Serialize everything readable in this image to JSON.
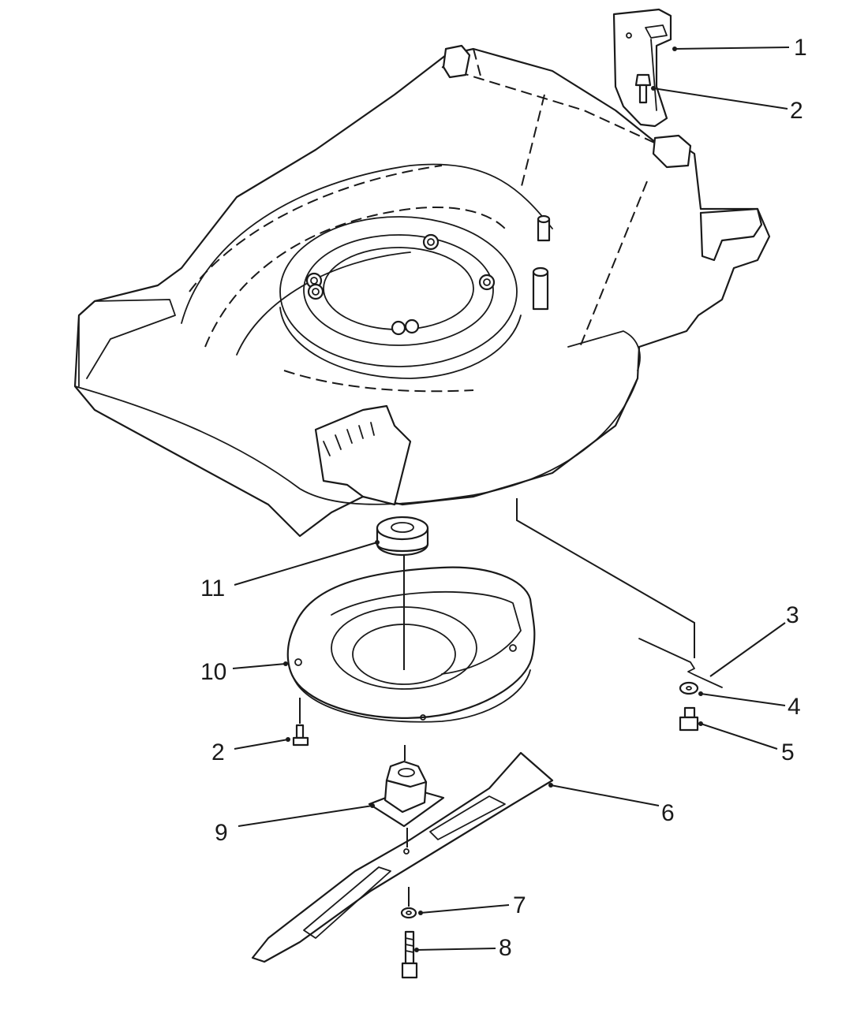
{
  "diagram": {
    "callouts": [
      {
        "id": "c1",
        "label": "1"
      },
      {
        "id": "c2a",
        "label": "2"
      },
      {
        "id": "c3",
        "label": "3"
      },
      {
        "id": "c4",
        "label": "4"
      },
      {
        "id": "c2b",
        "label": "2"
      },
      {
        "id": "c5",
        "label": "5"
      },
      {
        "id": "c6",
        "label": "6"
      },
      {
        "id": "c7",
        "label": "7"
      },
      {
        "id": "c8",
        "label": "8"
      },
      {
        "id": "c9",
        "label": "9"
      },
      {
        "id": "c10",
        "label": "10"
      },
      {
        "id": "c11",
        "label": "11"
      }
    ],
    "colors": {
      "line": "#1a1a1a",
      "background": "#ffffff"
    }
  }
}
